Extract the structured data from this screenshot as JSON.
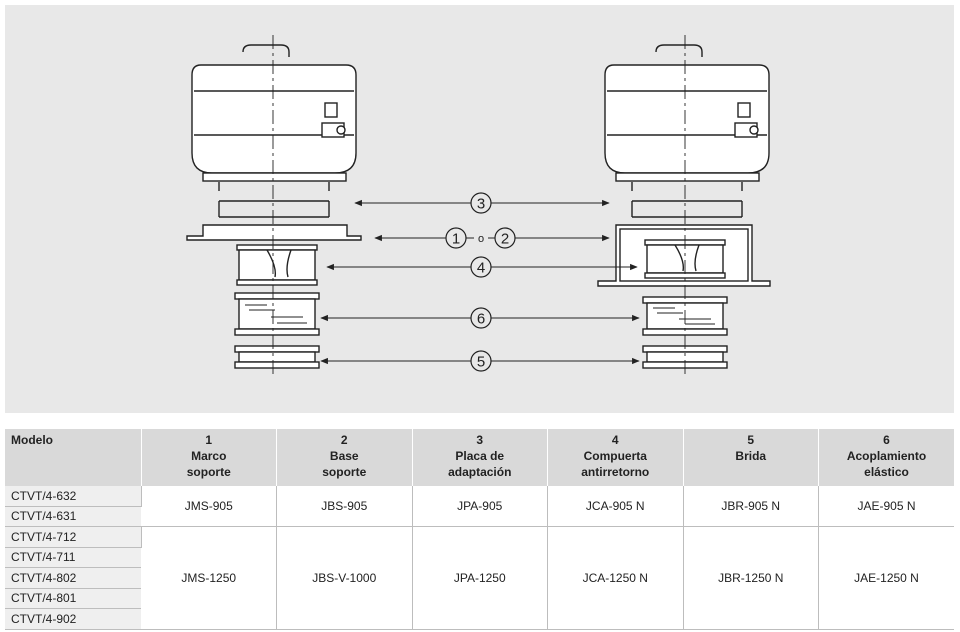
{
  "diagram": {
    "callouts": [
      {
        "id": "3",
        "label": "3"
      },
      {
        "id": "1",
        "label": "1"
      },
      {
        "id": "2",
        "label": "2"
      },
      {
        "id": "4",
        "label": "4"
      },
      {
        "id": "6",
        "label": "6"
      },
      {
        "id": "5",
        "label": "5"
      }
    ],
    "or_word": "o"
  },
  "table": {
    "header": [
      {
        "num": "",
        "lines": [
          "Modelo"
        ]
      },
      {
        "num": "1",
        "lines": [
          "Marco",
          "soporte"
        ]
      },
      {
        "num": "2",
        "lines": [
          "Base",
          "soporte"
        ]
      },
      {
        "num": "3",
        "lines": [
          "Placa de",
          "adaptación"
        ]
      },
      {
        "num": "4",
        "lines": [
          "Compuerta",
          "antirretorno"
        ]
      },
      {
        "num": "5",
        "lines": [
          "Brida"
        ]
      },
      {
        "num": "6",
        "lines": [
          "Acoplamiento",
          "elástico"
        ]
      }
    ],
    "groups": [
      {
        "models": [
          "CTVT/4-632",
          "CTVT/4-631"
        ],
        "values": [
          "JMS-905",
          "JBS-905",
          "JPA-905",
          "JCA-905 N",
          "JBR-905 N",
          "JAE-905 N"
        ]
      },
      {
        "models": [
          "CTVT/4-712",
          "CTVT/4-711",
          "CTVT/4-802",
          "CTVT/4-801",
          "CTVT/4-902"
        ],
        "values": [
          "JMS-1250",
          "JBS-V-1000",
          "JPA-1250",
          "JCA-1250 N",
          "JBR-1250 N",
          "JAE-1250 N"
        ]
      }
    ]
  }
}
